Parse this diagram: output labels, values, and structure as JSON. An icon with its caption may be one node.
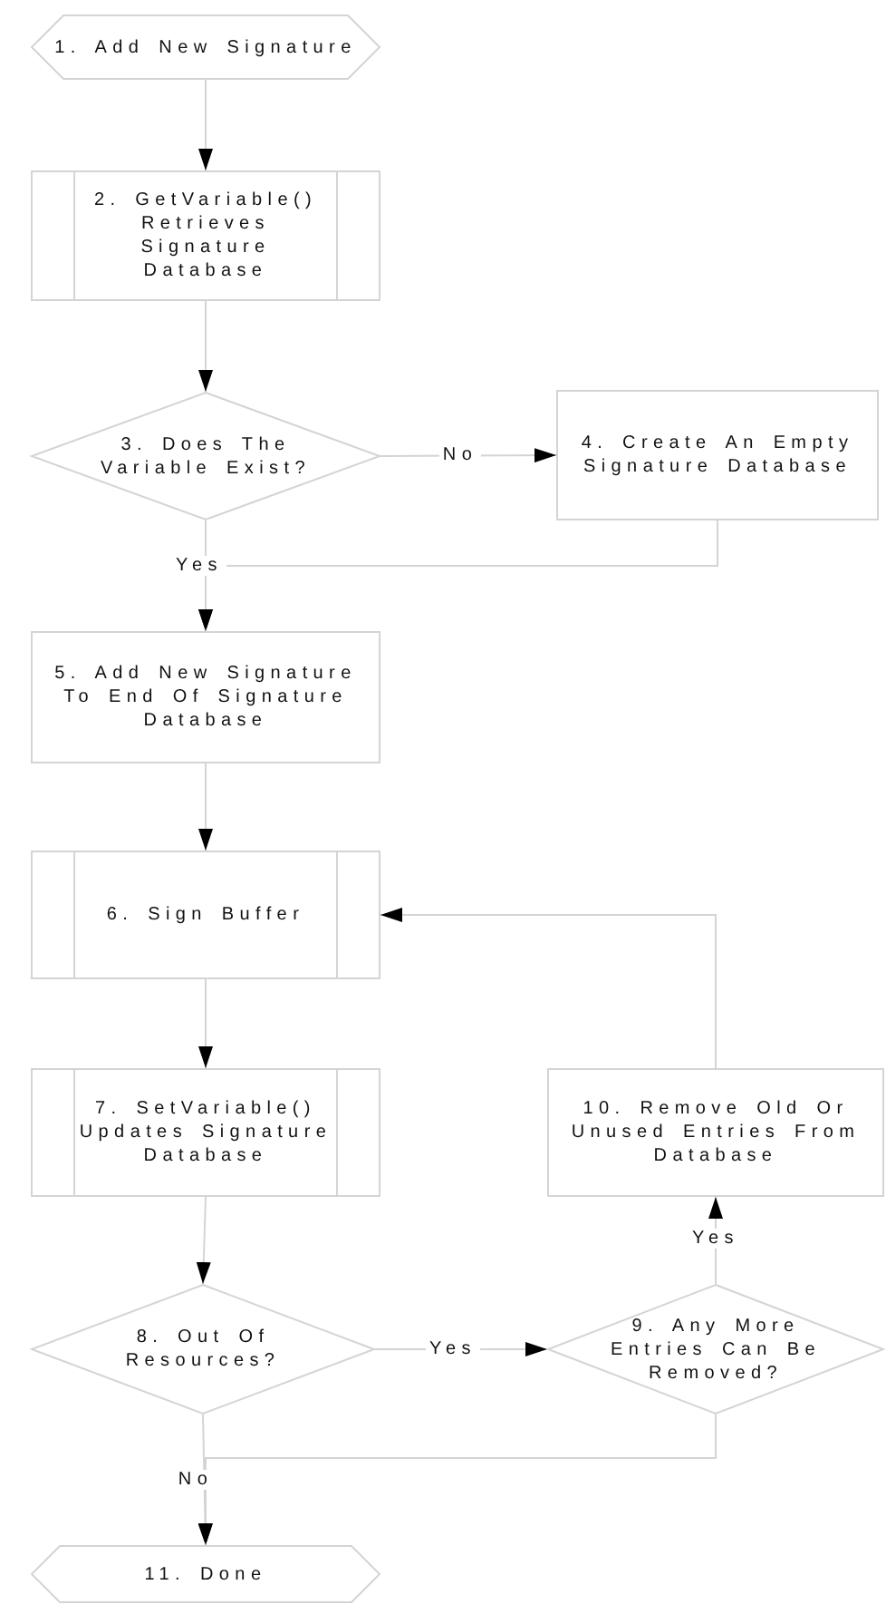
{
  "diagram": {
    "nodes": [
      {
        "text": [
          "1. Add New Signature"
        ]
      },
      {
        "text": [
          "2. GetVariable() Retrieves Signature Database"
        ]
      },
      {
        "text": [
          "3. Does The Variable Exist?"
        ]
      },
      {
        "text": [
          "4. Create An Empty Signature Database"
        ]
      },
      {
        "text": [
          "5. Add New Signature To End Of Signature Database"
        ]
      },
      {
        "text": [
          "6. Sign Buffer"
        ]
      },
      {
        "text": [
          "7. SetVariable() Updates Signature Database"
        ]
      },
      {
        "text": [
          "8. Out Of Resources?"
        ]
      },
      {
        "text": [
          "9. Any More Entries Can Be Removed?"
        ]
      },
      {
        "text": [
          "10. Remove Old Or Unused Entries From Database"
        ]
      },
      {
        "text": [
          "11. Done"
        ]
      }
    ],
    "edges": [
      {
        "from": 0,
        "to": 1,
        "arrow": "to"
      },
      {
        "from": 1,
        "to": 2,
        "arrow": "to"
      },
      {
        "from": 2,
        "to": 3,
        "arrow": "to",
        "label": "No"
      },
      {
        "from": 2,
        "to": 4,
        "arrow": "to",
        "label": "Yes"
      },
      {
        "from": 3,
        "to": 4,
        "arrow": "to"
      },
      {
        "from": 4,
        "to": 5,
        "arrow": "to"
      },
      {
        "from": 5,
        "to": 6,
        "arrow": "to"
      },
      {
        "from": 6,
        "to": 7,
        "arrow": "to"
      },
      {
        "from": 7,
        "to": 8,
        "arrow": "to",
        "label": "Yes"
      },
      {
        "from": 8,
        "to": 9,
        "arrow": "to",
        "label": "Yes"
      },
      {
        "from": 9,
        "to": 5,
        "arrow": "to"
      },
      {
        "from": 7,
        "to": 10,
        "arrow": "to",
        "label": "No"
      },
      {
        "from": 8,
        "to": 10,
        "arrow": "to"
      }
    ]
  }
}
